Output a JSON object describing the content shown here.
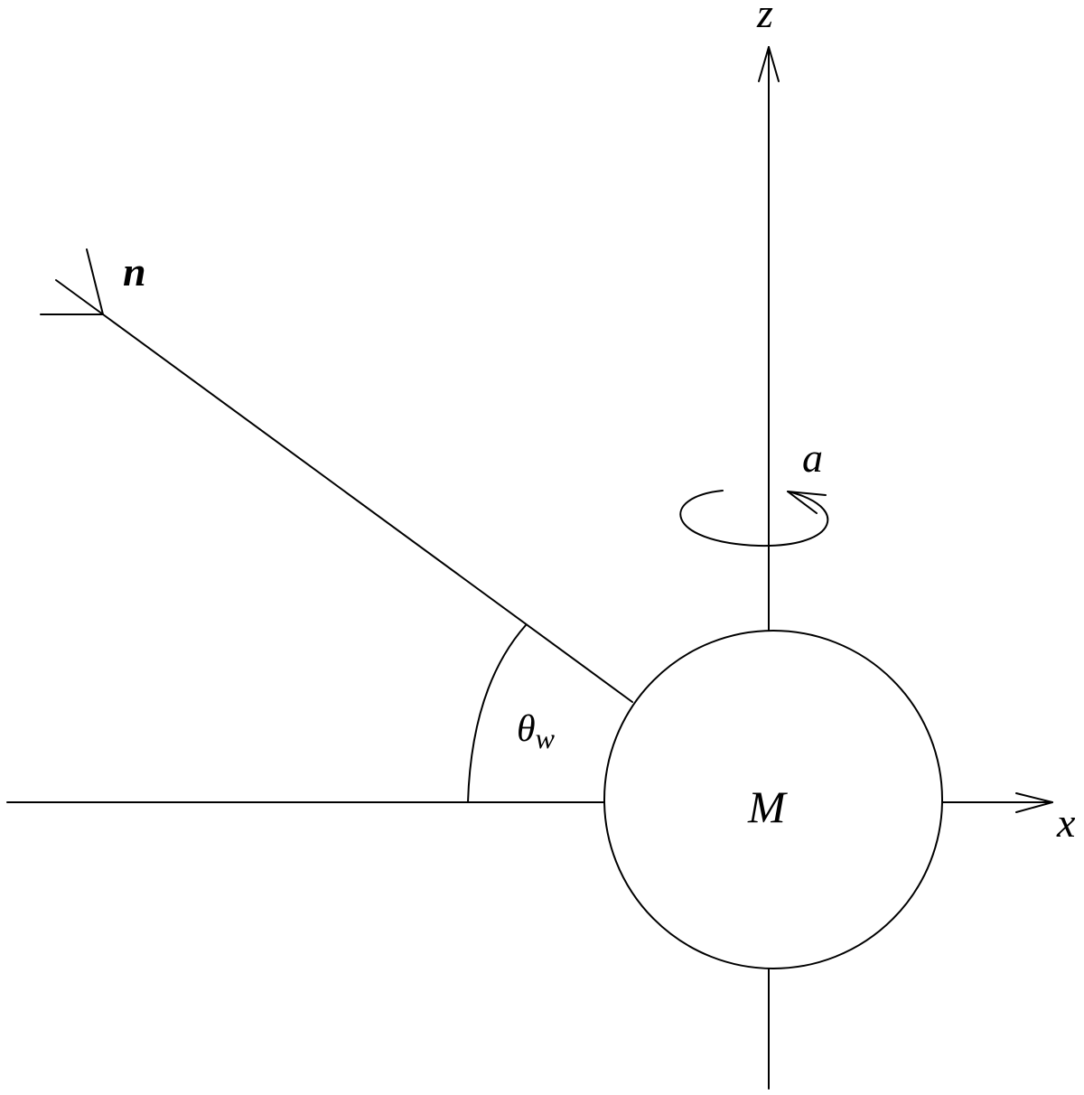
{
  "labels": {
    "z_axis": "z",
    "x_axis": "x",
    "direction": "n",
    "spin": "a",
    "angle_symbol": "θ",
    "angle_subscript": "w",
    "mass": "M"
  },
  "colors": {
    "stroke": "#000000",
    "background": "#ffffff"
  }
}
